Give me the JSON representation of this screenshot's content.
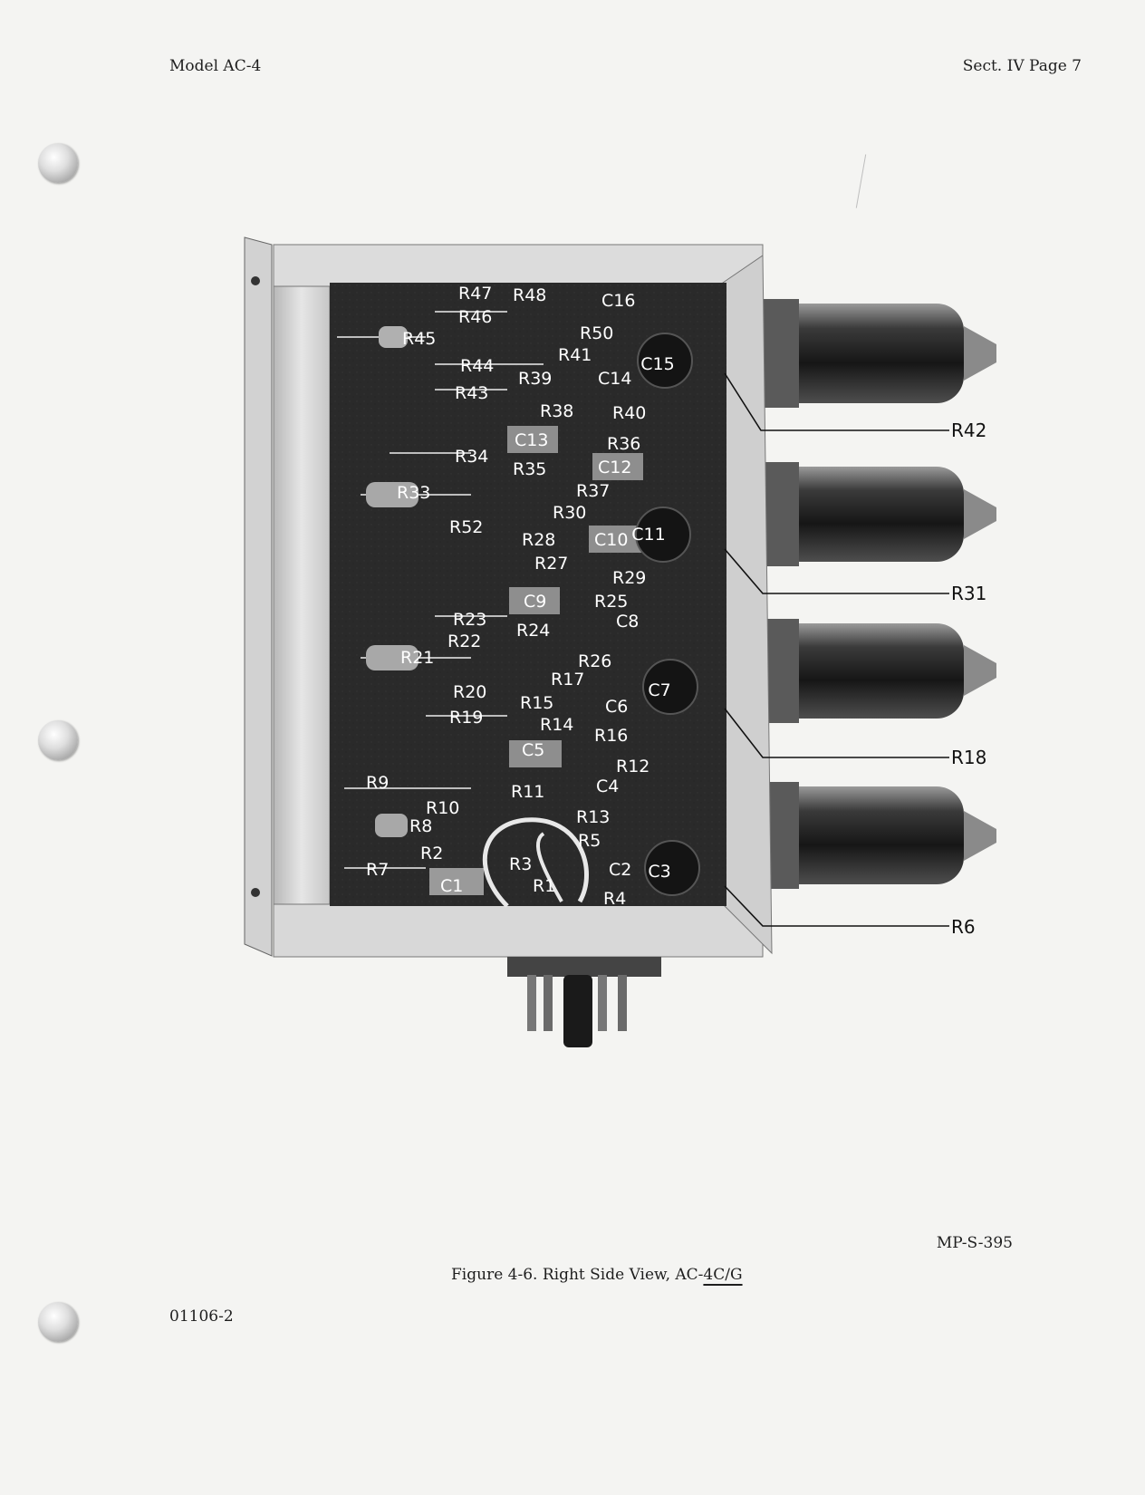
{
  "header": {
    "left": "Model AC-4",
    "right": "Sect. IV Page 7"
  },
  "figure": {
    "caption_prefix": "Figure 4-6.  Right Side View, AC-",
    "caption_model": "4C/G",
    "component_labels": [
      "R47",
      "R48",
      "C16",
      "R46",
      "R45",
      "R50",
      "R41",
      "C15",
      "R44",
      "R39",
      "C14",
      "R43",
      "R38",
      "R40",
      "C13",
      "R36",
      "R34",
      "R35",
      "C12",
      "R33",
      "R37",
      "R30",
      "R52",
      "C11",
      "R28",
      "C10",
      "R27",
      "R29",
      "C9",
      "R25",
      "R23",
      "C8",
      "R22",
      "R24",
      "R21",
      "R26",
      "R17",
      "C7",
      "R20",
      "R15",
      "C6",
      "R19",
      "R14",
      "R16",
      "C5",
      "R12",
      "R9",
      "R11",
      "C4",
      "R10",
      "R8",
      "R13",
      "R5",
      "R2",
      "R3",
      "C2",
      "C3",
      "R7",
      "C1",
      "R1",
      "R4"
    ],
    "callouts": [
      "R42",
      "R31",
      "R18",
      "R6"
    ]
  },
  "footer": {
    "doc_code": "MP-S-395",
    "doc_number": "01106-2"
  }
}
